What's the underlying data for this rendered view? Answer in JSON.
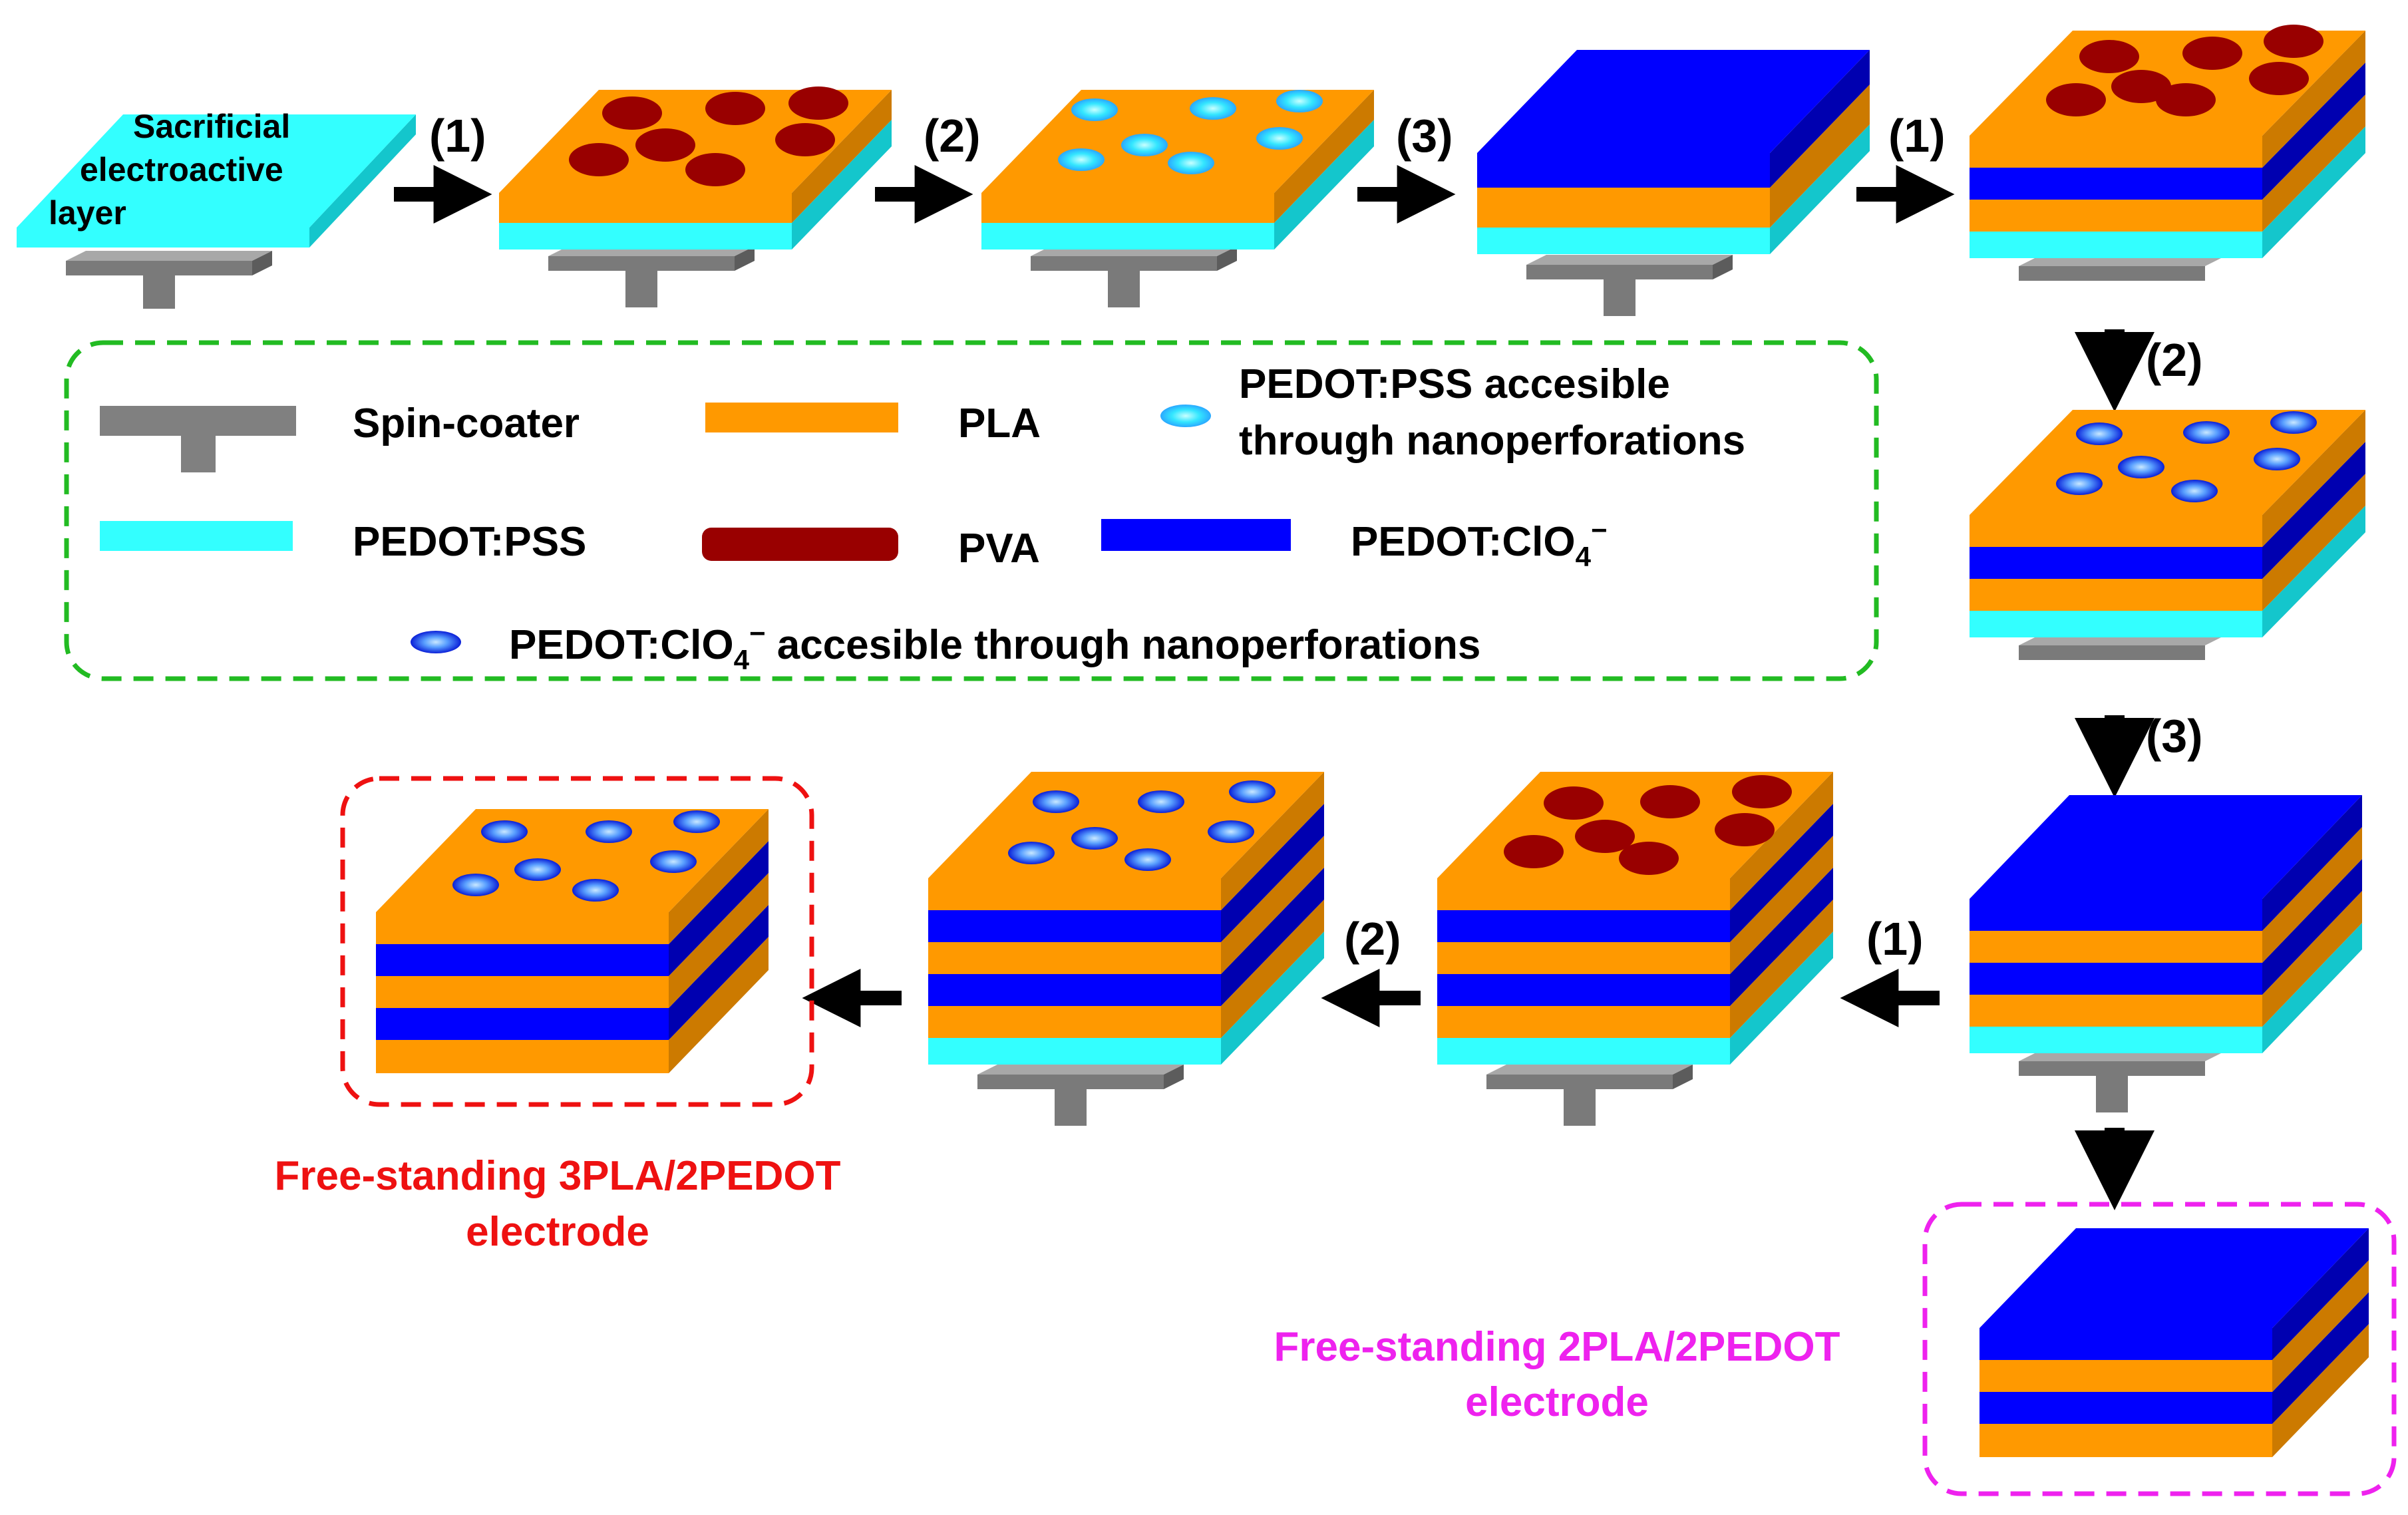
{
  "colors": {
    "spin_coater": "#808080",
    "pedot_pss": "#33ffff",
    "pla": "#ff9900",
    "pva": "#990000",
    "pedot_clo4": "#0000ff",
    "legend_border": "#22bb22",
    "result_3pla_border": "#ee1111",
    "result_2pla_border": "#ee22ee",
    "arrow": "#000000"
  },
  "substrate_label": {
    "line1": "Sacrificial",
    "line2": "electroactive",
    "line3": "layer"
  },
  "steps": {
    "s1": "(1)",
    "s2": "(2)",
    "s3": "(3)"
  },
  "legend": {
    "spin_coater": "Spin-coater",
    "pla": "PLA",
    "pss_accessible_line1": "PEDOT:PSS  accesible",
    "pss_accessible_line2": "through  nanoperforations",
    "pedot_pss": "PEDOT:PSS",
    "pva": "PVA",
    "pedot_clo4_base": "PEDOT:ClO",
    "pedot_clo4_sub": "4",
    "pedot_clo4_sup": "−",
    "clo4_access_base": "PEDOT:ClO",
    "clo4_access_sub": "4",
    "clo4_access_sup": "−",
    "clo4_access_rest": "  accesible  through  nanoperforations"
  },
  "results": {
    "pla3_line1": "Free-standing  3PLA/2PEDOT",
    "pla3_line2": "electrode",
    "pla2_line1": "Free-standing  2PLA/2PEDOT",
    "pla2_line2": "electrode"
  }
}
